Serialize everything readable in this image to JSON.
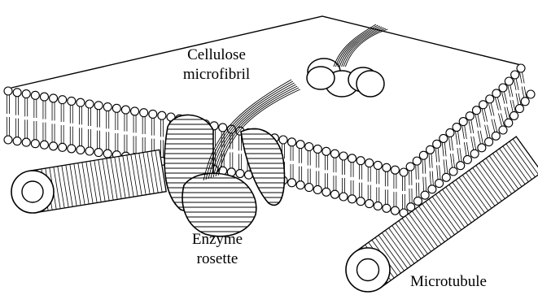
{
  "labels": {
    "cellulose": {
      "line1": "Cellulose",
      "line2": "microfibril"
    },
    "enzyme": {
      "line1": "Enzyme",
      "line2": "rosette"
    },
    "microtubule": "Microtubule"
  },
  "colors": {
    "ink": "#000000",
    "paper": "#ffffff"
  }
}
